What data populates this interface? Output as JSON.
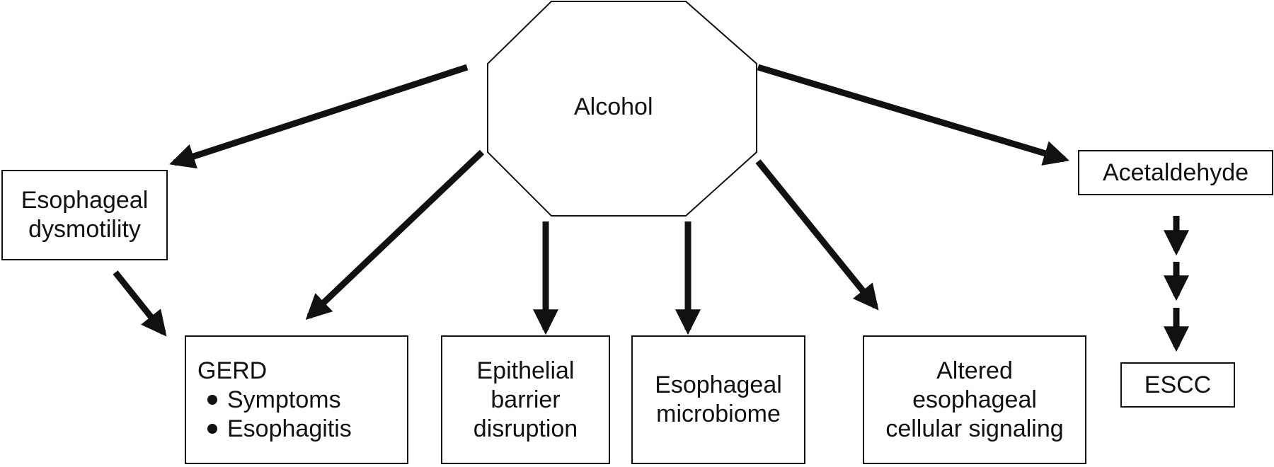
{
  "center": {
    "label": "Alcohol"
  },
  "nodes": {
    "dysmotility": [
      "Esophageal",
      "dysmotility"
    ],
    "gerd": {
      "title": "GERD",
      "bullets": [
        "Symptoms",
        "Esophagitis"
      ]
    },
    "barrier": [
      "Epithelial",
      "barrier",
      "disruption"
    ],
    "microbiome": [
      "Esophageal",
      "microbiome"
    ],
    "signaling": [
      "Altered",
      "esophageal",
      "cellular signaling"
    ],
    "acetaldehyde": "Acetaldehyde",
    "escc": "ESCC"
  },
  "colors": {
    "stroke": "#111111",
    "background": "#ffffff"
  }
}
